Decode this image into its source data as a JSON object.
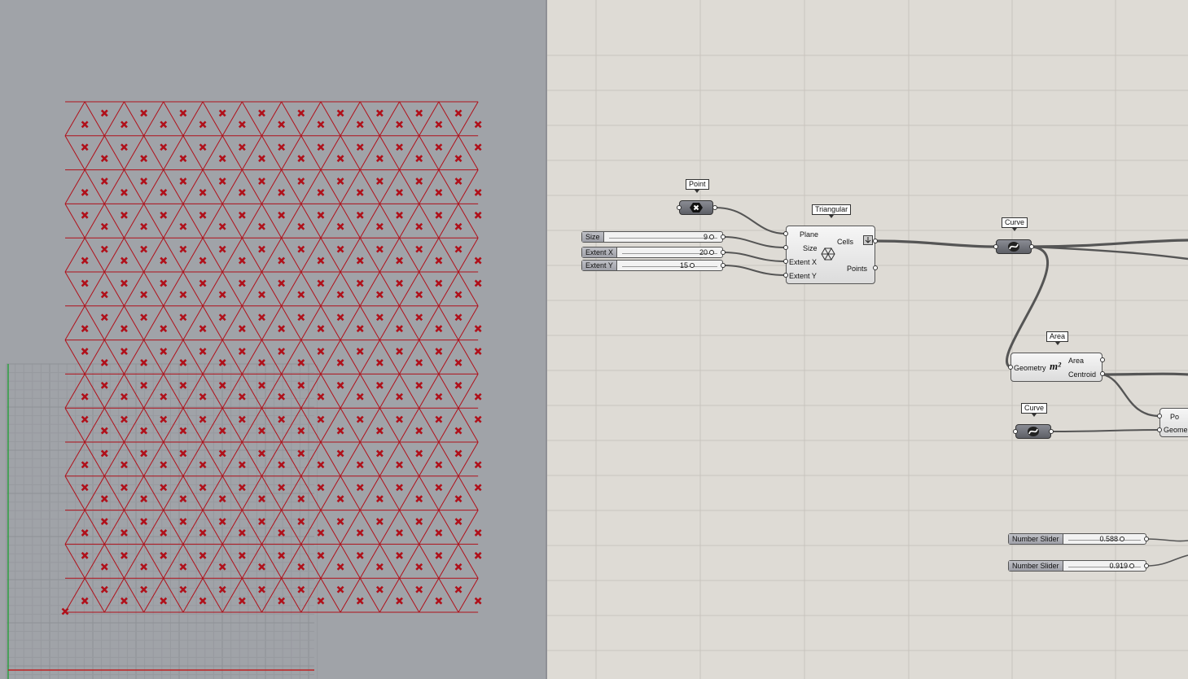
{
  "viewport": {
    "grid_columns": 21,
    "grid_rows": 15,
    "line_color": "#b0101a",
    "marker_color": "#b0101a",
    "axis_x_color": "#c02020",
    "axis_y_color": "#2ea040"
  },
  "canvas": {
    "point_param": {
      "tag": "Point",
      "icon": "point-icon"
    },
    "sliders": [
      {
        "label": "Size",
        "value": "9"
      },
      {
        "label": "Extent X",
        "value": "20"
      },
      {
        "label": "Extent Y",
        "value": "15"
      },
      {
        "label": "Number Slider",
        "value": "0.588"
      },
      {
        "label": "Number Slider",
        "value": "0.919"
      }
    ],
    "triangular": {
      "tag": "Triangular",
      "inputs": [
        "Plane",
        "Size",
        "Extent X",
        "Extent Y"
      ],
      "outputs": [
        "Cells",
        "Points"
      ],
      "icon": "triangular-grid-icon"
    },
    "curve_param_1": {
      "tag": "Curve",
      "icon": "curve-icon"
    },
    "curve_param_2": {
      "tag": "Curve",
      "icon": "curve-icon"
    },
    "area": {
      "tag": "Area",
      "inputs": [
        "Geometry"
      ],
      "outputs": [
        "Area",
        "Centroid"
      ],
      "icon_text": "m²"
    },
    "partial_component": {
      "inputs": [
        "Po",
        "Geome"
      ]
    }
  }
}
